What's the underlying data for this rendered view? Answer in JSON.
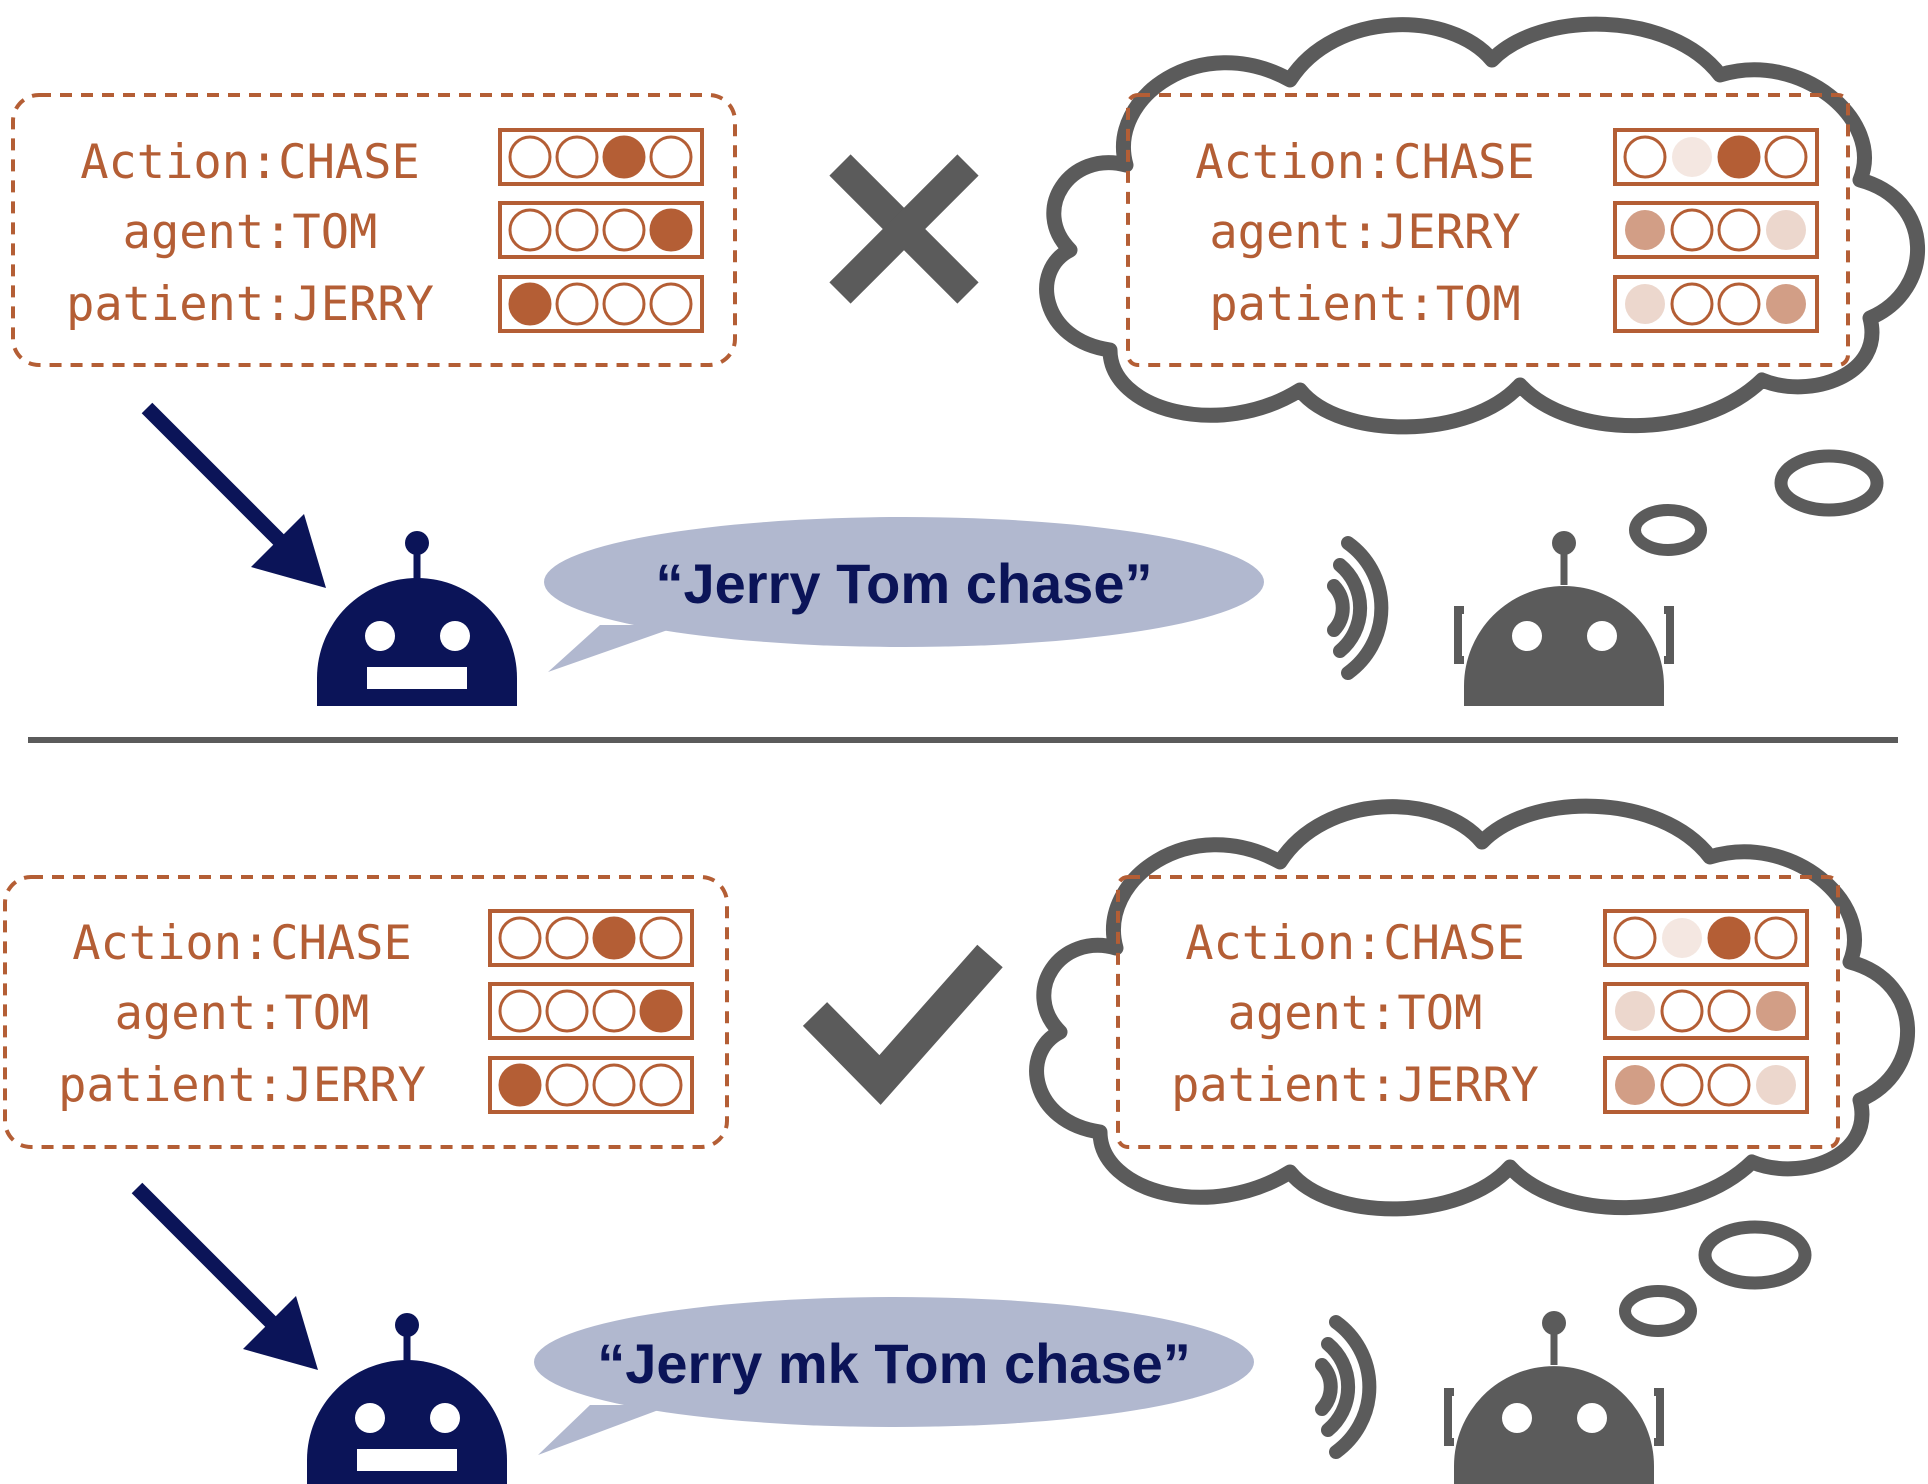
{
  "colors": {
    "brown": "#b45e35",
    "navy": "#0b1458",
    "gray": "#5b5b5b",
    "bubble": "#b1b8cf"
  },
  "panels": [
    {
      "result_icon": "cross-icon",
      "speaker": {
        "slots": [
          {
            "label": "Action:CHASE",
            "cells": [
              0,
              0,
              1,
              0
            ]
          },
          {
            "label": "agent:TOM",
            "cells": [
              0,
              0,
              0,
              1
            ]
          },
          {
            "label": "patient:JERRY",
            "cells": [
              1,
              0,
              0,
              0
            ]
          }
        ]
      },
      "utterance": "“Jerry Tom chase”",
      "listener": {
        "slots": [
          {
            "label": "Action:CHASE",
            "cells": [
              0,
              0.15,
              1,
              0
            ]
          },
          {
            "label": "agent:JERRY",
            "cells": [
              0.6,
              0,
              0,
              0.25
            ]
          },
          {
            "label": "patient:TOM",
            "cells": [
              0.25,
              0,
              0,
              0.6
            ]
          }
        ]
      }
    },
    {
      "result_icon": "checkmark-icon",
      "speaker": {
        "slots": [
          {
            "label": "Action:CHASE",
            "cells": [
              0,
              0,
              1,
              0
            ]
          },
          {
            "label": "agent:TOM",
            "cells": [
              0,
              0,
              0,
              1
            ]
          },
          {
            "label": "patient:JERRY",
            "cells": [
              1,
              0,
              0,
              0
            ]
          }
        ]
      },
      "utterance": "“Jerry mk Tom chase”",
      "listener": {
        "slots": [
          {
            "label": "Action:CHASE",
            "cells": [
              0,
              0.15,
              1,
              0
            ]
          },
          {
            "label": "agent:TOM",
            "cells": [
              0.25,
              0,
              0,
              0.6
            ]
          },
          {
            "label": "patient:JERRY",
            "cells": [
              0.6,
              0,
              0,
              0.25
            ]
          }
        ]
      }
    }
  ]
}
